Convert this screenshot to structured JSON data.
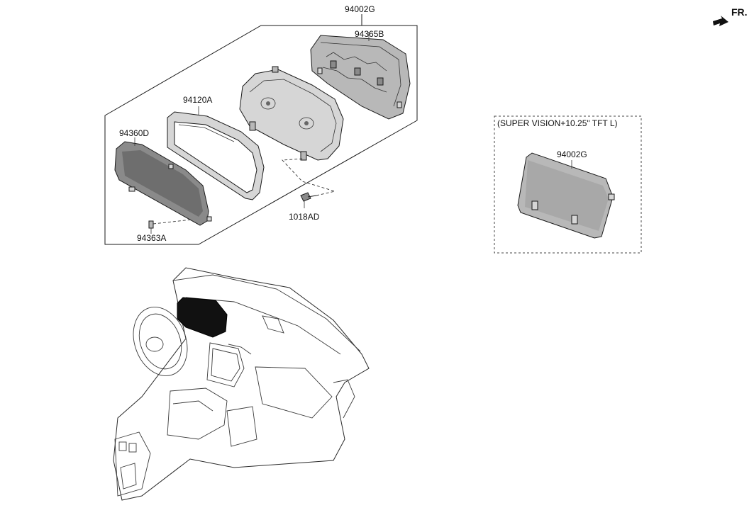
{
  "orientation": {
    "label": "FR.",
    "icon": "arrow-forward-icon"
  },
  "labels": {
    "assembly": "94002G",
    "rear_housing": "94365B",
    "bezel_frame": "94120A",
    "lens_window": "94360D",
    "clip": "94363A",
    "screw": "1018AD"
  },
  "option_box": {
    "title": "(SUPER VISION+10.25\" TFT L)",
    "part": "94002G"
  }
}
